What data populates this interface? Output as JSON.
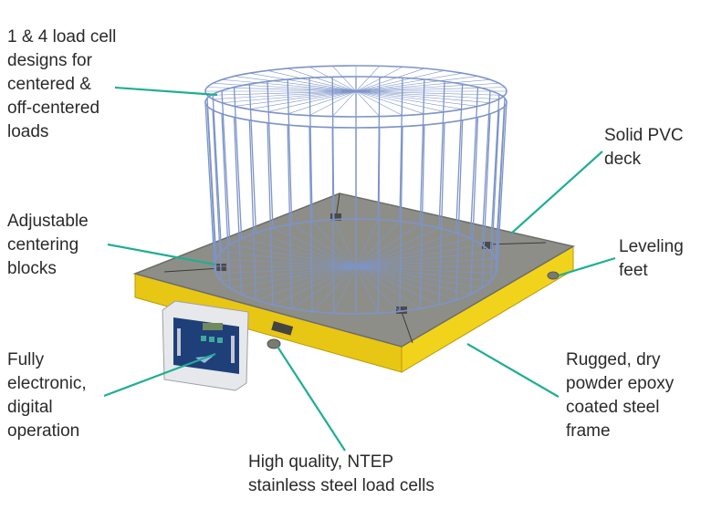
{
  "colors": {
    "callout_line": "#1fae94",
    "frame_yellow": "#f2d31b",
    "deck_gray": "#8e8e88",
    "cage_blue": "#7d94c8",
    "label_text": "#2a2a2a"
  },
  "callouts": {
    "load_cell_designs": "1 & 4 load cell\ndesigns for\ncentered &\noff-centered\nloads",
    "pvc_deck": "Solid PVC\ndeck",
    "centering_blocks": "Adjustable\ncentering\nblocks",
    "leveling_feet": "Leveling\nfeet",
    "electronic_operation": "Fully\nelectronic,\ndigital\noperation",
    "steel_frame": "Rugged, dry\npowder epoxy\ncoated steel\nframe",
    "load_cells": "High quality, NTEP\nstainless steel load cells"
  },
  "indicator": {
    "display_icon": "digital-readout-icon",
    "brand_logo": "brand-logo-icon"
  }
}
